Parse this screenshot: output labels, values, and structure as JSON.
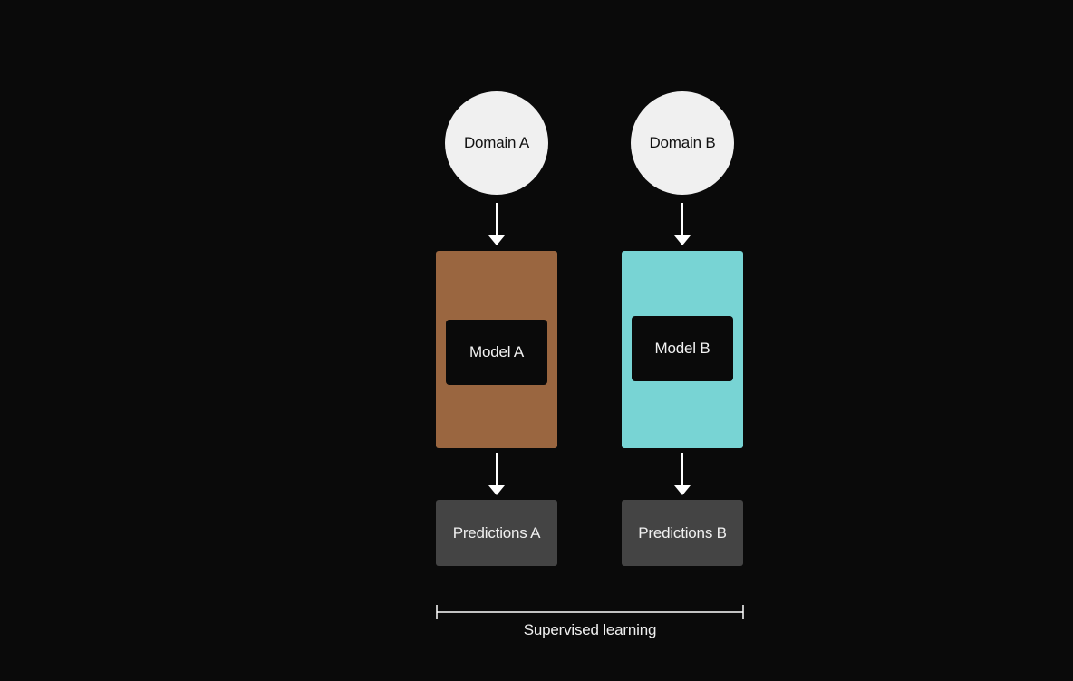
{
  "colors": {
    "background": "#0a0a0a",
    "domain_node": "#f0f0f0",
    "model_a_container": "#9a6640",
    "model_b_container": "#78d4d4",
    "model_box": "#0a0a0a",
    "predictions_box": "#444444",
    "arrow": "#ffffff"
  },
  "columns": [
    {
      "domain_label": "Domain A",
      "model_label": "Model A",
      "predictions_label": "Predictions A"
    },
    {
      "domain_label": "Domain B",
      "model_label": "Model B",
      "predictions_label": "Predictions B"
    }
  ],
  "bracket_label": "Supervised learning"
}
